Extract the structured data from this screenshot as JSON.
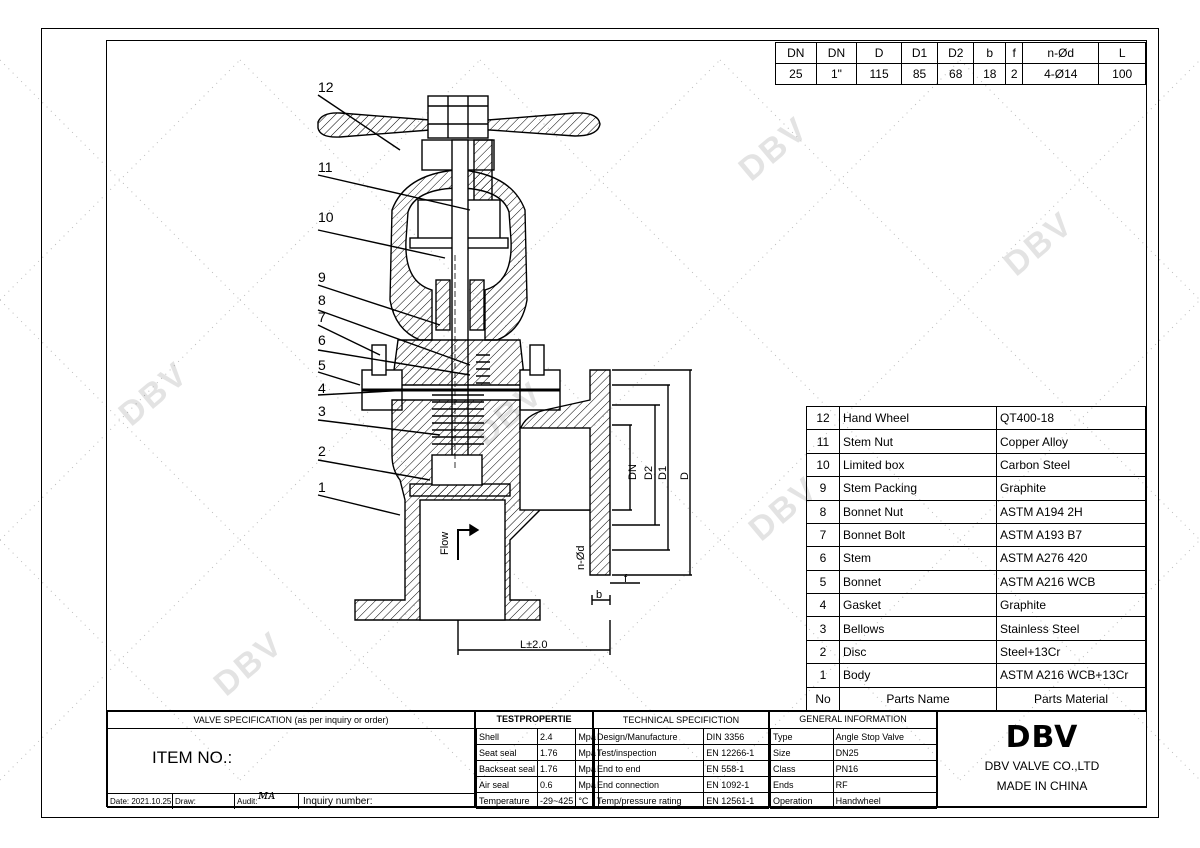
{
  "dims_header": [
    "DN",
    "DN",
    "D",
    "D1",
    "D2",
    "b",
    "f",
    "n-Ød",
    "L"
  ],
  "dims_values": [
    "25",
    "1\"",
    "115",
    "85",
    "68",
    "18",
    "2",
    "4-Ø14",
    "100"
  ],
  "parts": [
    {
      "no": "12",
      "name": "Hand Wheel",
      "material": "QT400-18"
    },
    {
      "no": "11",
      "name": "Stem Nut",
      "material": "Copper Alloy"
    },
    {
      "no": "10",
      "name": "Limited box",
      "material": "Carbon Steel"
    },
    {
      "no": "9",
      "name": "Stem Packing",
      "material": "Graphite"
    },
    {
      "no": "8",
      "name": "Bonnet Nut",
      "material": "ASTM A194 2H"
    },
    {
      "no": "7",
      "name": "Bonnet Bolt",
      "material": "ASTM A193 B7"
    },
    {
      "no": "6",
      "name": "Stem",
      "material": "ASTM A276 420"
    },
    {
      "no": "5",
      "name": "Bonnet",
      "material": "ASTM A216 WCB"
    },
    {
      "no": "4",
      "name": "Gasket",
      "material": "Graphite"
    },
    {
      "no": "3",
      "name": "Bellows",
      "material": "Stainless Steel"
    },
    {
      "no": "2",
      "name": "Disc",
      "material": "Steel+13Cr"
    },
    {
      "no": "1",
      "name": "Body",
      "material": "ASTM A216 WCB+13Cr"
    }
  ],
  "parts_header": {
    "no": "No",
    "name": "Parts Name",
    "material": "Parts Material"
  },
  "callouts": [
    "12",
    "11",
    "10",
    "9",
    "8",
    "7",
    "6",
    "5",
    "4",
    "3",
    "2",
    "1"
  ],
  "drawing_labels": {
    "flow": "Flow",
    "L": "L±2.0",
    "DN": "DN",
    "D2": "D2",
    "D1": "D1",
    "D": "D",
    "nd": "n-Ød",
    "b": "b",
    "f": "f"
  },
  "title_block": {
    "valve_spec": "VALVE SPECIFICATION (as per inquiry or order)",
    "item_no": "ITEM NO.:",
    "date": "Date: 2021.10.25",
    "draw": "Draw:",
    "audit": "Audit:",
    "inquiry": "Inquiry number:",
    "test_header": "TESTPROPERTIE",
    "tests": [
      {
        "name": "Shell",
        "value": "2.4",
        "unit": "Mpa"
      },
      {
        "name": "Seat seal",
        "value": "1.76",
        "unit": "Mpa"
      },
      {
        "name": "Backseat seal",
        "value": "1.76",
        "unit": "Mpa"
      },
      {
        "name": "Air seal",
        "value": "0.6",
        "unit": "Mpa"
      },
      {
        "name": "Temperature",
        "value": "-29~425",
        "unit": "°C"
      }
    ],
    "tech_header": "TECHNICAL SPECIFICTION",
    "tech": [
      {
        "name": "Design/Manufacture",
        "value": "DIN 3356"
      },
      {
        "name": "Test/inspection",
        "value": "EN 12266-1"
      },
      {
        "name": "End to end",
        "value": "EN 558-1"
      },
      {
        "name": "End connection",
        "value": "EN 1092-1"
      },
      {
        "name": "Temp/pressure rating",
        "value": "EN 12561-1"
      }
    ],
    "gen_header": "GENERAL INFORMATION",
    "gen": [
      {
        "name": "Type",
        "value": "Angle Stop Valve"
      },
      {
        "name": "Size",
        "value": "DN25"
      },
      {
        "name": "Class",
        "value": "PN16"
      },
      {
        "name": "Ends",
        "value": "RF"
      },
      {
        "name": "Operation",
        "value": "Handwheel"
      }
    ],
    "logo": "DBV",
    "company": "DBV VALVE  CO.,LTD",
    "origin": "MADE IN CHINA"
  },
  "watermark": "DBV"
}
